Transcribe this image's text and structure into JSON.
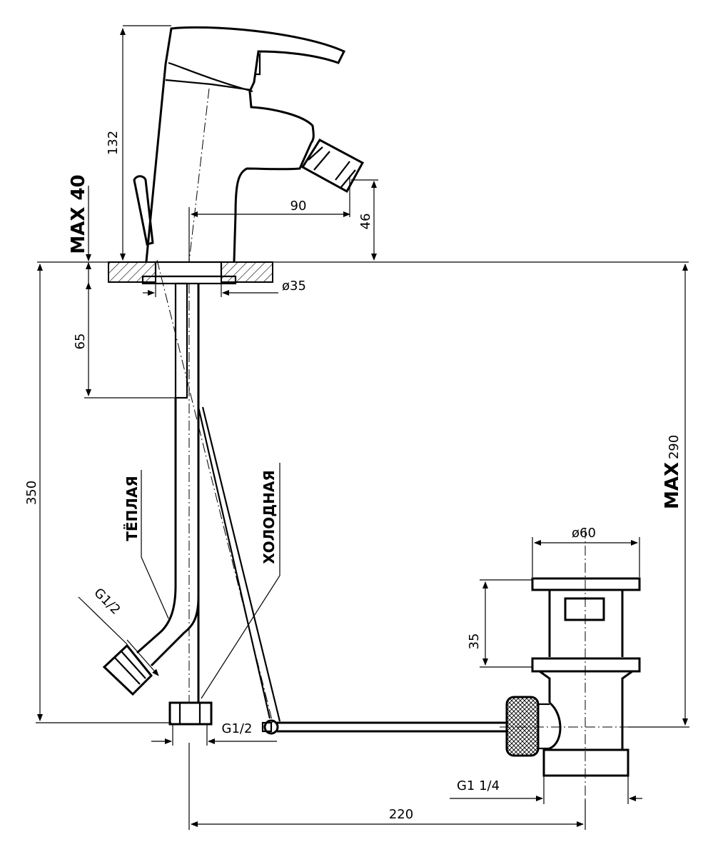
{
  "labels": {
    "h132": "132",
    "max40": "MAX 40",
    "d90": "90",
    "d46": "46",
    "dia35": "ø35",
    "d65": "65",
    "d350": "350",
    "max290_max": "MAX",
    "max290_num": "290",
    "warm": "ТЁПЛАЯ",
    "cold": "ХОЛОДНАЯ",
    "g12_a": "G1/2",
    "g12_b": "G1/2",
    "dia60": "ø60",
    "d35": "35",
    "g114": "G1  1/4",
    "d220": "220"
  },
  "colors": {
    "line": "#000000",
    "background": "#ffffff"
  }
}
